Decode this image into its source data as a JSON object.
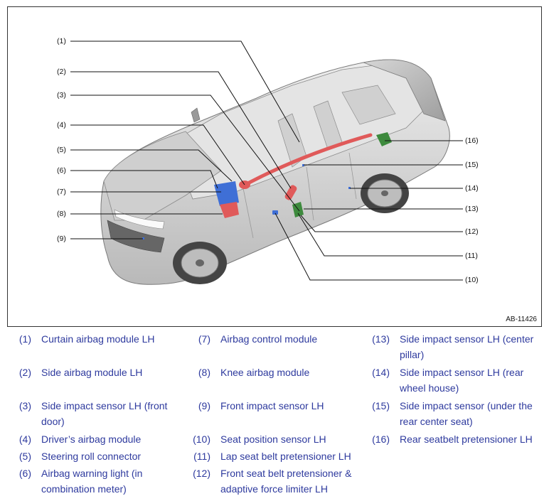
{
  "figure": {
    "code": "AB-11426",
    "callouts": [
      "(1)",
      "(2)",
      "(3)",
      "(4)",
      "(5)",
      "(6)",
      "(7)",
      "(8)",
      "(9)",
      "(10)",
      "(11)",
      "(12)",
      "(13)",
      "(14)",
      "(15)",
      "(16)"
    ]
  },
  "legend": [
    {
      "num": "(1)",
      "text": "Curtain airbag module LH"
    },
    {
      "num": "(2)",
      "text": "Side airbag module LH"
    },
    {
      "num": "(3)",
      "text": "Side impact sensor LH (front door)"
    },
    {
      "num": "(4)",
      "text": "Driver’s airbag module"
    },
    {
      "num": "(5)",
      "text": "Steering roll connector"
    },
    {
      "num": "(6)",
      "text": "Airbag warning light (in combination meter)"
    },
    {
      "num": "(7)",
      "text": "Airbag control module"
    },
    {
      "num": "(8)",
      "text": "Knee airbag module"
    },
    {
      "num": "(9)",
      "text": "Front impact sensor LH"
    },
    {
      "num": "(10)",
      "text": "Seat position sensor LH"
    },
    {
      "num": "(11)",
      "text": "Lap seat belt pretensioner LH"
    },
    {
      "num": "(12)",
      "text": "Front seat belt pretensioner & adaptive force limiter LH"
    },
    {
      "num": "(13)",
      "text": "Side impact sensor LH (center pillar)"
    },
    {
      "num": "(14)",
      "text": "Side impact sensor LH (rear wheel house)"
    },
    {
      "num": "(15)",
      "text": "Side impact sensor (under the rear center seat)"
    },
    {
      "num": "(16)",
      "text": "Rear seatbelt pretensioner LH"
    }
  ],
  "colors": {
    "legend_text": "#2e3a9e",
    "airbag_red": "#e05a5a",
    "sensor_blue": "#3f6fd6",
    "pretensioner_green": "#3d8a3d"
  }
}
